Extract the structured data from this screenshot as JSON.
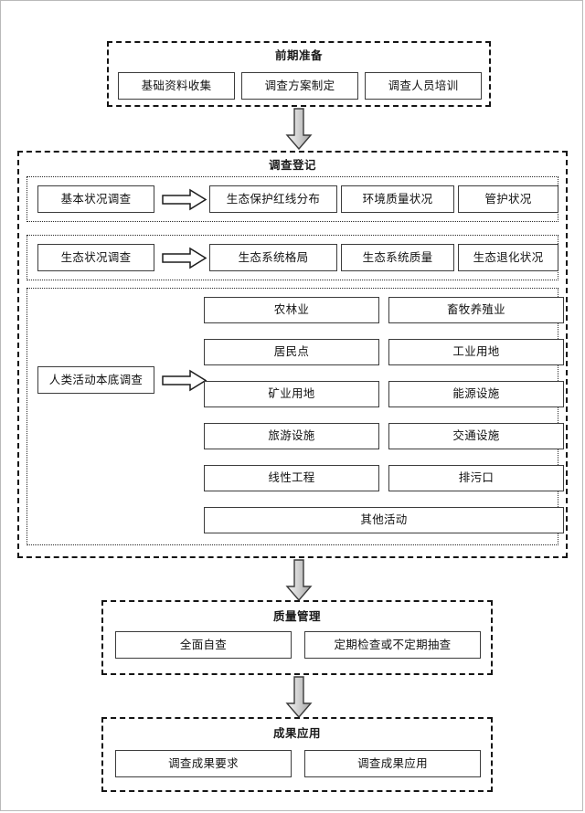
{
  "diagram": {
    "title_semantic": "ecological-survey-workflow",
    "stages": [
      {
        "id": "preparation",
        "title": "前期准备",
        "boxes": [
          "基础资料收集",
          "调查方案制定",
          "调查人员培训"
        ]
      },
      {
        "id": "survey-registration",
        "title": "调查登记",
        "groups": [
          {
            "id": "basic-status",
            "source": "基本状况调查",
            "targets": [
              "生态保护红线分布",
              "环境质量状况",
              "管护状况"
            ]
          },
          {
            "id": "ecological-status",
            "source": "生态状况调查",
            "targets": [
              "生态系统格局",
              "生态系统质量",
              "生态退化状况"
            ]
          },
          {
            "id": "human-activity",
            "source": "人类活动本底调查",
            "targets_left": [
              "农林业",
              "居民点",
              "矿业用地",
              "旅游设施",
              "线性工程"
            ],
            "targets_right": [
              "畜牧养殖业",
              "工业用地",
              "能源设施",
              "交通设施",
              "排污口"
            ],
            "targets_full": [
              "其他活动"
            ]
          }
        ]
      },
      {
        "id": "quality-management",
        "title": "质量管理",
        "boxes": [
          "全面自查",
          "定期检查或不定期抽查"
        ]
      },
      {
        "id": "results-application",
        "title": "成果应用",
        "boxes": [
          "调查成果要求",
          "调查成果应用"
        ]
      }
    ],
    "connectors": {
      "down_arrow_count": 3,
      "right_arrow_count": 3
    },
    "colors": {
      "page_border": "#b9b9b9",
      "stage_border": "#141414",
      "group_border": "#2a2a2a",
      "box_border": "#3c3c3c",
      "arrow_fill_start": "#f2f2f2",
      "arrow_fill_end": "#a9a9a9",
      "arrow_stroke": "#3b3b3b",
      "text": "#111111"
    }
  }
}
